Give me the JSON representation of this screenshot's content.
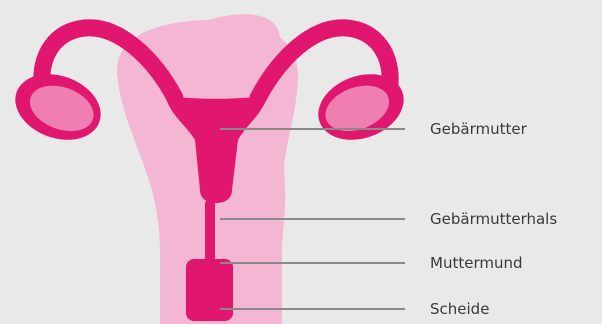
{
  "colors": {
    "background": "#e9e9e9",
    "body_light_pink": "#f4b7d3",
    "organ_magenta": "#e1166f",
    "ovary_fill": "#ef7fb1",
    "leader_line": "#8a8a8a",
    "label_text": "#3a3a3a"
  },
  "labels": [
    {
      "key": "uterus",
      "text": "Gebärmutter"
    },
    {
      "key": "cervix",
      "text": "Gebärmutterhals"
    },
    {
      "key": "cervical_os",
      "text": "Muttermund"
    },
    {
      "key": "vagina",
      "text": "Scheide"
    }
  ]
}
